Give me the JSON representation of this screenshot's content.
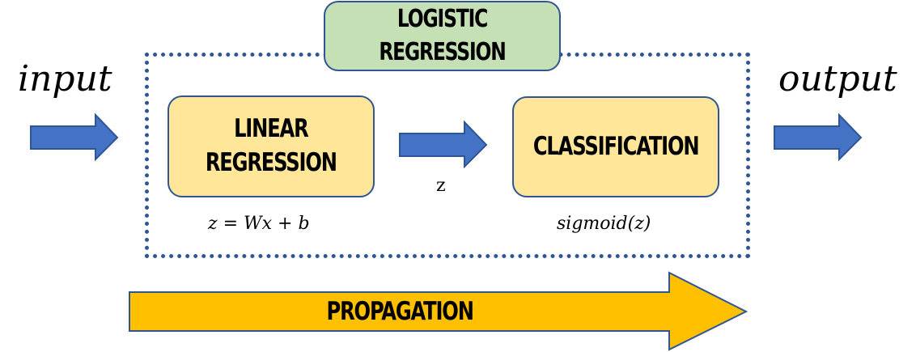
{
  "labels": {
    "input": "input",
    "output": "output",
    "z": "z"
  },
  "boxes": {
    "group_title": "LOGISTIC REGRESSION",
    "linear_line1": "LINEAR",
    "linear_line2": "REGRESSION",
    "classification": "CLASSIFICATION"
  },
  "equations": {
    "linear": "z = Wx + b",
    "sigmoid": "sigmoid(z)"
  },
  "propagation": {
    "label": "PROPAGATION"
  },
  "colors": {
    "arrow_blue": "#4472c4",
    "arrow_border": "#2f5597",
    "box_yellow": "#ffe699",
    "box_green": "#c5e0b4",
    "propagation_gold": "#ffc000"
  }
}
